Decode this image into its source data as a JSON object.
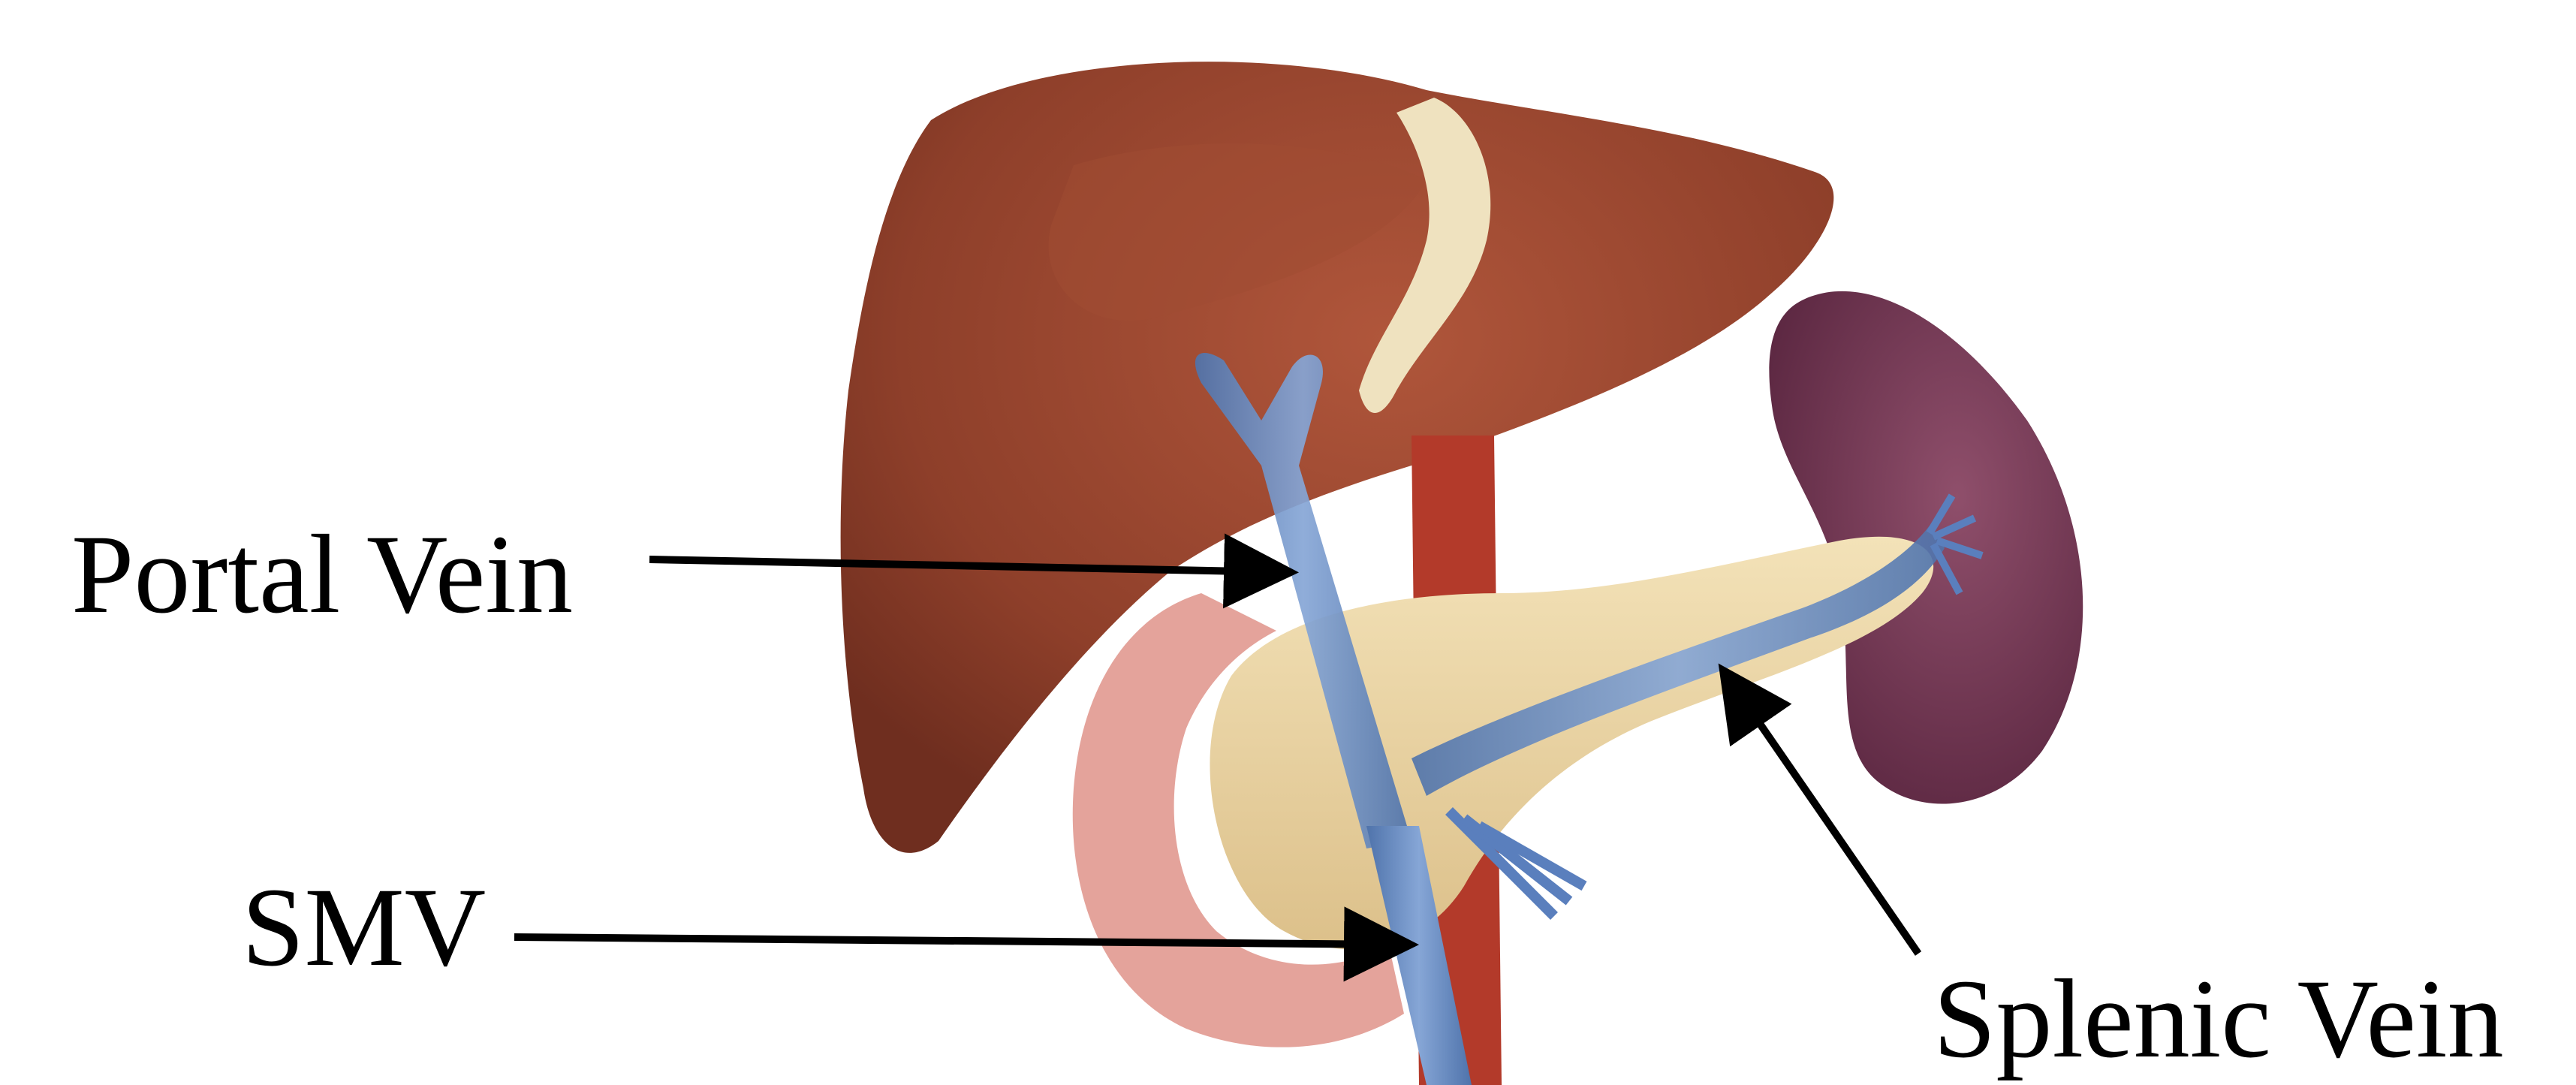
{
  "labels": {
    "portal_vein": "Portal Vein",
    "smv": "SMV",
    "splenic_vein": "Splenic Vein"
  },
  "colors": {
    "liver": "#8e3f2a",
    "liver_highlight": "#b0563b",
    "spleen": "#6b2f4a",
    "pancreas": "#ecd7a6",
    "duodenum": "#e4a39b",
    "vein": "#6a8ec4",
    "artery": "#b33a2a",
    "arrow": "#000000"
  }
}
